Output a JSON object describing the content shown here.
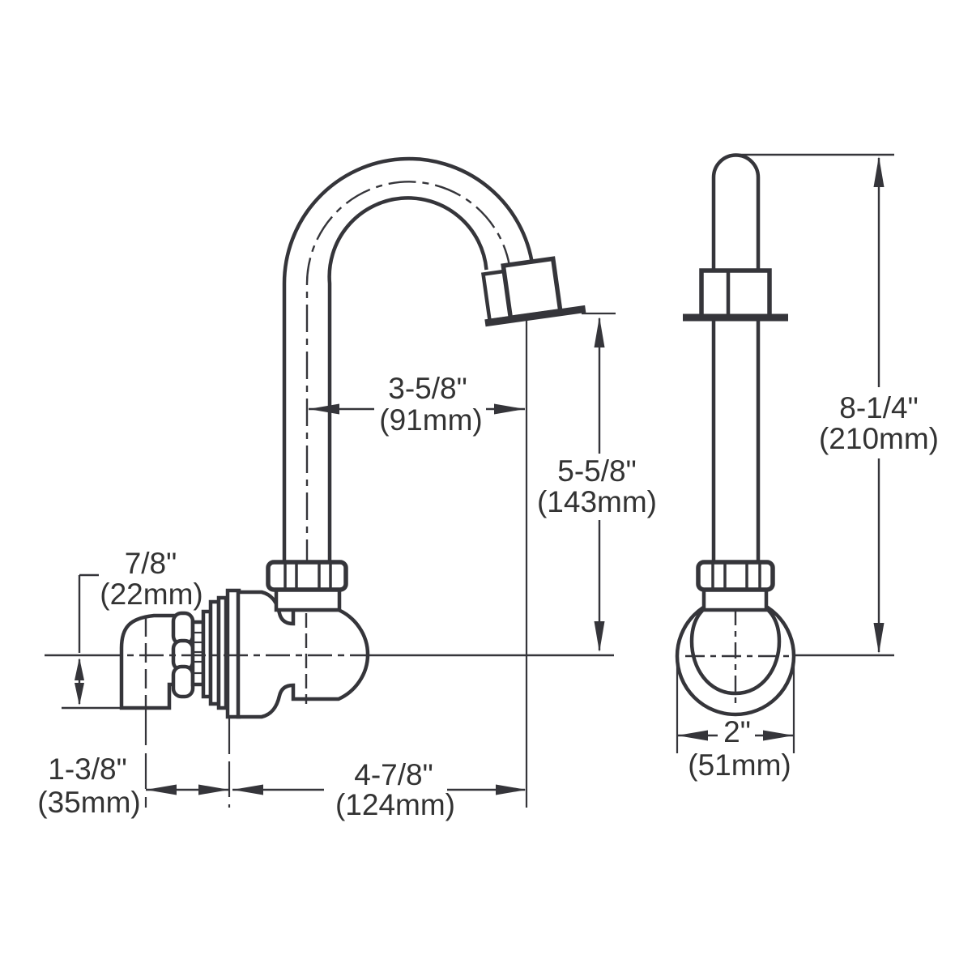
{
  "drawing": {
    "kind": "faucet wall-mount gooseneck spout dimension drawing",
    "colors": {
      "line": "#35353a",
      "text": "#333333",
      "background": "#ffffff"
    },
    "dimensions": {
      "spout_reach": {
        "in": "3-5/8\"",
        "mm": "(91mm)"
      },
      "outlet_height": {
        "in": "5-5/8\"",
        "mm": "(143mm)"
      },
      "elbow_offset": {
        "in": "7/8\"",
        "mm": "(22mm)"
      },
      "elbow_depth": {
        "in": "1-3/8\"",
        "mm": "(35mm)"
      },
      "wall_to_outlet": {
        "in": "4-7/8\"",
        "mm": "(124mm)"
      },
      "overall_height": {
        "in": "8-1/4\"",
        "mm": "(210mm)"
      },
      "flange_diameter": {
        "in": "2\"",
        "mm": "(51mm)"
      }
    }
  }
}
